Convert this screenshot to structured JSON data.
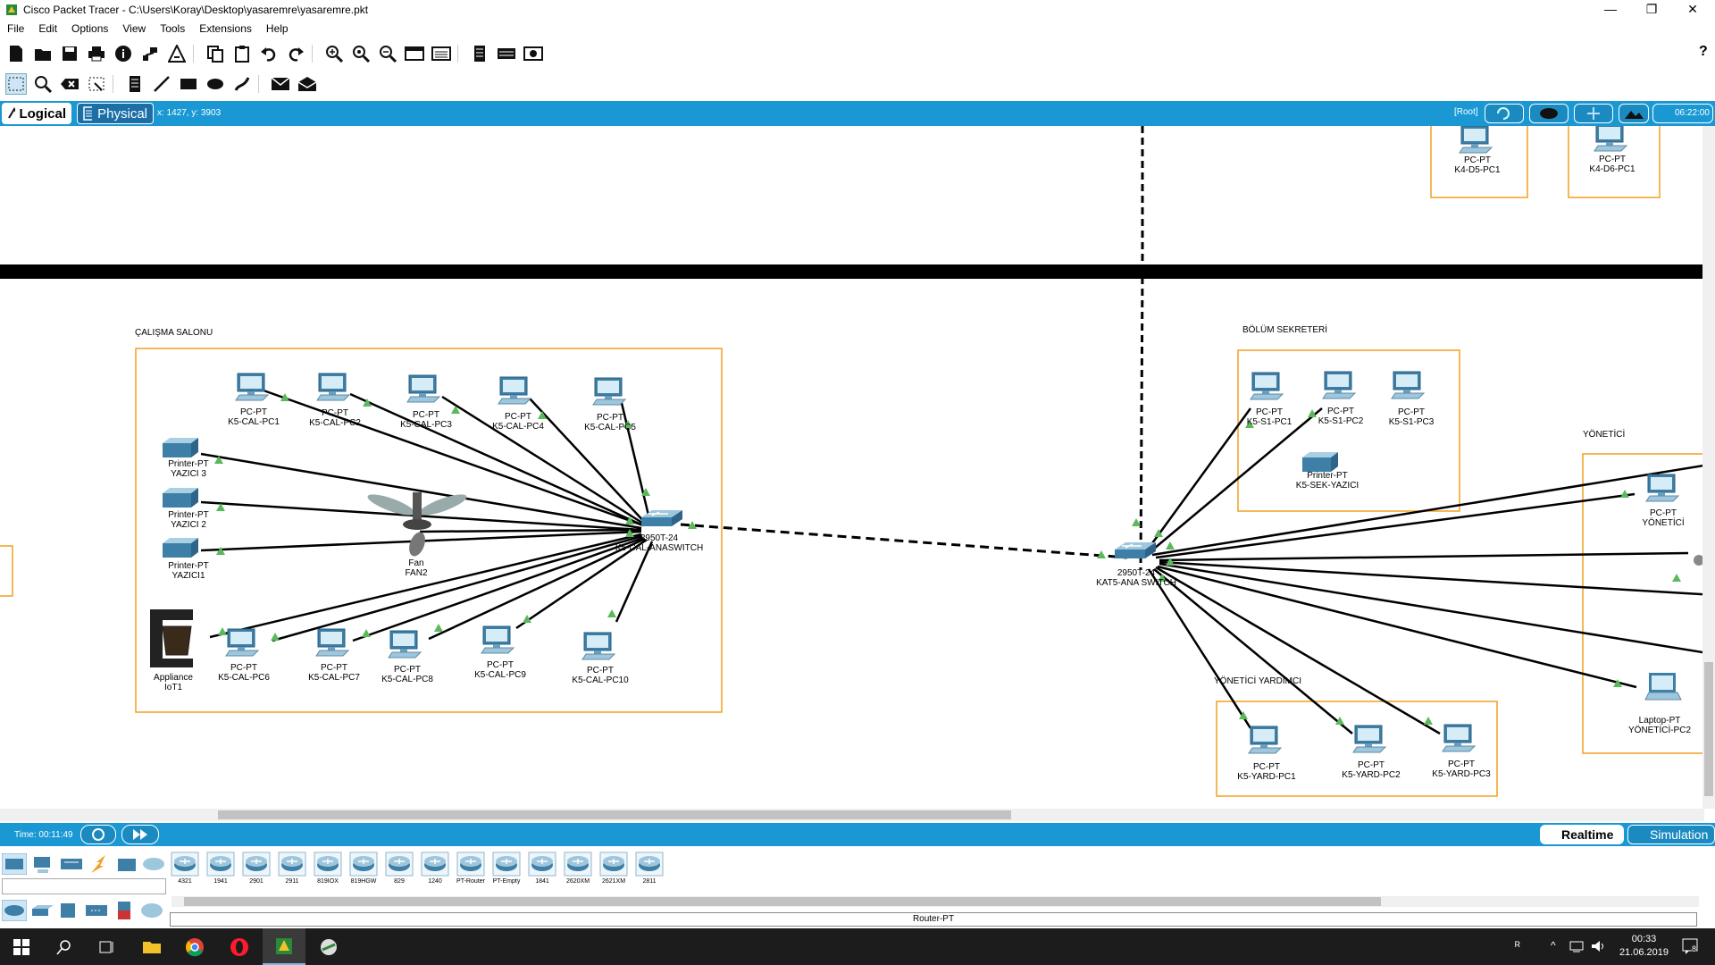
{
  "window": {
    "title": "Cisco Packet Tracer - C:\\Users\\Koray\\Desktop\\yasaremre\\yasaremre.pkt",
    "minimize": "—",
    "restore": "❐",
    "close": "✕"
  },
  "menu": [
    "File",
    "Edit",
    "Options",
    "View",
    "Tools",
    "Extensions",
    "Help"
  ],
  "mode": {
    "logical": "Logical",
    "physical": "Physical",
    "coords": "x: 1427, y: 3903",
    "root": "[Root]",
    "clock": "06:22:00"
  },
  "areas": {
    "calisma": "ÇALIŞMA SALONU",
    "sekreter": "BÖLÜM SEKRETERİ",
    "yonetici": "YÖNETİCİ",
    "yardimci": "YÖNETİCİ YARDIMCI"
  },
  "devices": {
    "k5_cal_pc1": {
      "type": "PC-PT",
      "name": "K5-CAL-PC1"
    },
    "k5_cal_pc2": {
      "type": "PC-PT",
      "name": "K5-CAL-PC2"
    },
    "k5_cal_pc3": {
      "type": "PC-PT",
      "name": "K5-CAL-PC3"
    },
    "k5_cal_pc4": {
      "type": "PC-PT",
      "name": "K5-CAL-PC4"
    },
    "k5_cal_pc5": {
      "type": "PC-PT",
      "name": "K5-CAL-PC5"
    },
    "yazici3": {
      "type": "Printer-PT",
      "name": "YAZICI 3"
    },
    "yazici2": {
      "type": "Printer-PT",
      "name": "YAZICI 2"
    },
    "yazici1": {
      "type": "Printer-PT",
      "name": "YAZICI1"
    },
    "fan2": {
      "type": "Fan",
      "name": "FAN2"
    },
    "cal_switch": {
      "type": "2950T-24",
      "name": "K5-CAL-ANASWITCH"
    },
    "appliance": {
      "type": "Appliance",
      "name": "IoT1"
    },
    "k5_cal_pc6": {
      "type": "PC-PT",
      "name": "K5-CAL-PC6"
    },
    "k5_cal_pc7": {
      "type": "PC-PT",
      "name": "K5-CAL-PC7"
    },
    "k5_cal_pc8": {
      "type": "PC-PT",
      "name": "K5-CAL-PC8"
    },
    "k5_cal_pc9": {
      "type": "PC-PT",
      "name": "K5-CAL-PC9"
    },
    "k5_cal_pc10": {
      "type": "PC-PT",
      "name": "K5-CAL-PC10"
    },
    "kat5_switch": {
      "type": "2950T-24",
      "name": "KAT5-ANA SWITCH"
    },
    "k5_s1_pc1": {
      "type": "PC-PT",
      "name": "K5-S1-PC1"
    },
    "k5_s1_pc2": {
      "type": "PC-PT",
      "name": "K5-S1-PC2"
    },
    "k5_s1_pc3": {
      "type": "PC-PT",
      "name": "K5-S1-PC3"
    },
    "k5_sek_yazici": {
      "type": "Printer-PT",
      "name": "K5-SEK-YAZICI"
    },
    "yonetici_pc": {
      "type": "PC-PT",
      "name": "YÖNETİCİ"
    },
    "yonetici_pc2": {
      "type": "Laptop-PT",
      "name": "YÖNETİCİ-PC2"
    },
    "k5_yard_pc1": {
      "type": "PC-PT",
      "name": "K5-YARD-PC1"
    },
    "k5_yard_pc2": {
      "type": "PC-PT",
      "name": "K5-YARD-PC2"
    },
    "k5_yard_pc3": {
      "type": "PC-PT",
      "name": "K5-YARD-PC3"
    },
    "k4_d5_pc1": {
      "type": "PC-PT",
      "name": "K4-D5-PC1"
    },
    "k4_d6_pc1": {
      "type": "PC-PT",
      "name": "K4-D6-PC1"
    }
  },
  "timebar": {
    "time": "Time: 00:11:49",
    "realtime": "Realtime",
    "simulation": "Simulation"
  },
  "device_models": [
    "4321",
    "1941",
    "2901",
    "2911",
    "819IOX",
    "819HGW",
    "829",
    "1240",
    "PT-Router",
    "PT-Empty",
    "1841",
    "2620XM",
    "2621XM",
    "2811"
  ],
  "selected_device": "Router-PT",
  "taskbar": {
    "time": "00:33",
    "date": "21.06.2019",
    "notif": "8"
  },
  "colors": {
    "accent": "#1998d3",
    "area_border": "#f0a020",
    "link_up": "#5cb85c"
  }
}
